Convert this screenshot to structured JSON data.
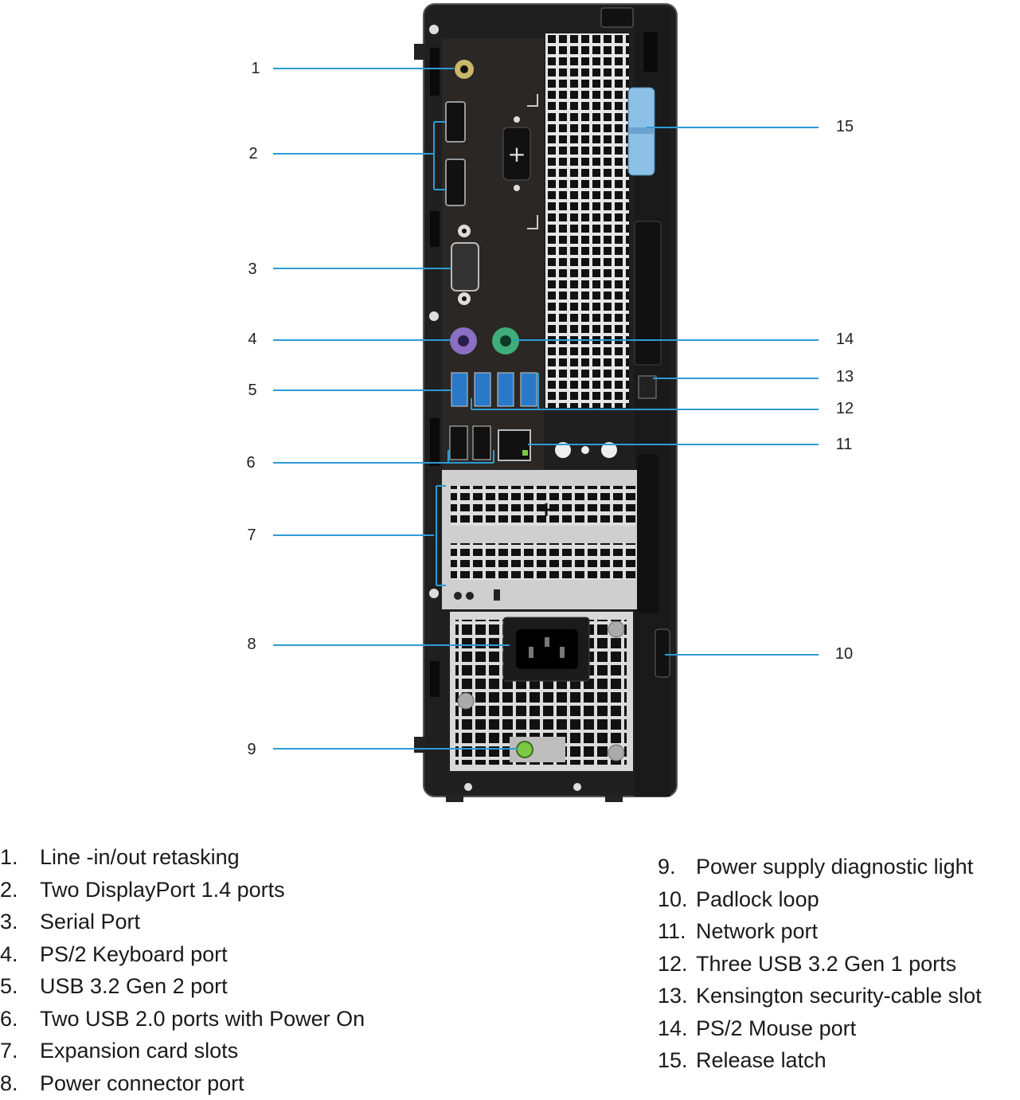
{
  "callouts": {
    "c1": "1",
    "c2": "2",
    "c3": "3",
    "c4": "4",
    "c5": "5",
    "c6": "6",
    "c7": "7",
    "c8": "8",
    "c9": "9",
    "c10": "10",
    "c11": "11",
    "c12": "12",
    "c13": "13",
    "c14": "14",
    "c15": "15"
  },
  "legend_left": [
    {
      "num": "1.",
      "label": "Line -in/out retasking"
    },
    {
      "num": "2.",
      "label": "Two DisplayPort 1.4 ports"
    },
    {
      "num": "3.",
      "label": "Serial Port"
    },
    {
      "num": "4.",
      "label": "PS/2 Keyboard port"
    },
    {
      "num": "5.",
      "label": "USB 3.2 Gen 2 port"
    },
    {
      "num": "6.",
      "label": "Two USB 2.0 ports with Power On"
    },
    {
      "num": "7.",
      "label": "Expansion card slots"
    },
    {
      "num": "8.",
      "label": "Power connector port"
    }
  ],
  "legend_right": [
    {
      "num": "9.",
      "label": "Power supply diagnostic light"
    },
    {
      "num": "10.",
      "label": "Padlock loop"
    },
    {
      "num": "11.",
      "label": "Network port"
    },
    {
      "num": "12.",
      "label": "Three USB 3.2 Gen 1 ports"
    },
    {
      "num": "13.",
      "label": "Kensington security-cable slot"
    },
    {
      "num": "14.",
      "label": "PS/2 Mouse port"
    },
    {
      "num": "15.",
      "label": "Release latch"
    }
  ],
  "colors": {
    "callout_line": "#2e9bd6",
    "chassis": "#1f1f1f",
    "latch": "#8cc0e6",
    "keyboard_port": "#8a6fc4",
    "mouse_port": "#3fae7a",
    "usb3": "#2a78c8",
    "diag_light": "#7ac943"
  }
}
